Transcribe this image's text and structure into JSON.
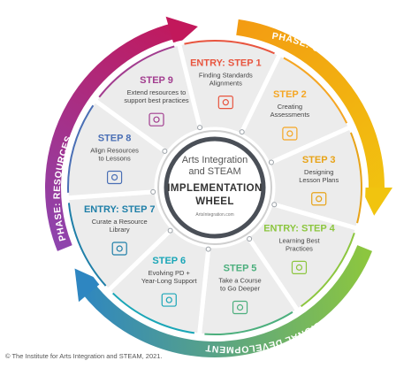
{
  "center": {
    "line1": "Arts Integration",
    "line2": "and STEAM",
    "title1": "IMPLEMENTATION",
    "title2": "WHEEL",
    "url": "ArtsIntegration.com"
  },
  "segments": [
    {
      "title": "ENTRY: STEP 1",
      "lines": [
        "Finding Standards",
        "Alignments"
      ],
      "color": "#e8553f",
      "icon": "share-nodes-icon"
    },
    {
      "title": "STEP 2",
      "lines": [
        "Creating",
        "Assessments"
      ],
      "color": "#f5a623",
      "icon": "star-checklist-icon"
    },
    {
      "title": "STEP 3",
      "lines": [
        "Designing",
        "Lesson Plans"
      ],
      "color": "#e8a317",
      "icon": "lesson-plan-icon"
    },
    {
      "title": "ENTRY: STEP 4",
      "lines": [
        "Learning Best",
        "Practices"
      ],
      "color": "#8cc63f",
      "icon": "lightbulb-icon"
    },
    {
      "title": "STEP 5",
      "lines": [
        "Take a Course",
        "to Go Deeper"
      ],
      "color": "#4caf7d",
      "icon": "laptop-icon"
    },
    {
      "title": "STEP 6",
      "lines": [
        "Evolving PD +",
        "Year-Long Support"
      ],
      "color": "#1aa6b7",
      "icon": "people-network-icon"
    },
    {
      "title": "ENTRY: STEP 7",
      "lines": [
        "Curate a Resource",
        "Library"
      ],
      "color": "#1f7fa8",
      "icon": "book-icon"
    },
    {
      "title": "STEP 8",
      "lines": [
        "Align Resources",
        "to Lessons"
      ],
      "color": "#4a6fb5",
      "icon": "align-arrows-icon"
    },
    {
      "title": "STEP 9",
      "lines": [
        "Extend resources to",
        "support best practices"
      ],
      "color": "#a23d8f",
      "icon": "expand-arrows-icon"
    }
  ],
  "phases": [
    {
      "label": "PHASE: CURRICULUM"
    },
    {
      "label": "PHASE: PROFESSIONAL DEVELOPMENT"
    },
    {
      "label": "PHASE: RESOURCES"
    }
  ],
  "colors": {
    "orange": "#f39c12",
    "yellow": "#f1c40f",
    "green": "#8cc63f",
    "teal": "#17a2b8",
    "blue": "#2e86c1",
    "purple": "#8e44ad",
    "magenta": "#c2185b",
    "segment_bg": "#ececec",
    "segment_divider": "#ffffff"
  },
  "copyright": "© The Institute for Arts Integration and STEAM, 2021."
}
